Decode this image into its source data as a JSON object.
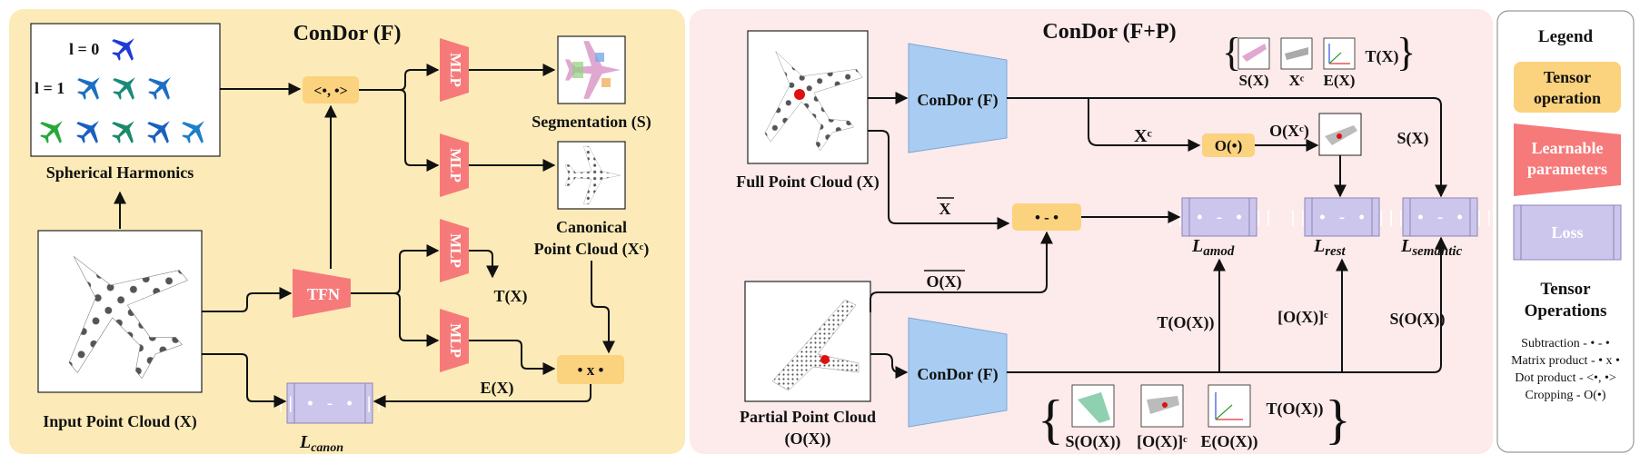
{
  "left_panel": {
    "title": "ConDor (F)",
    "sh_label": "Spherical Harmonics",
    "sh_l0": "l = 0",
    "sh_l1": "l = 1",
    "input_label": "Input Point Cloud (X)",
    "dot_op": "<•, •>",
    "tfn": "TFN",
    "mlp": "MLP",
    "seg_label": "Segmentation (S)",
    "canonical_label_1": "Canonical",
    "canonical_label_2": "Point Cloud (Xᶜ)",
    "tx": "T(X)",
    "ex": "E(X)",
    "matmul_op": "• x •",
    "loss_box": "|| • - • ||",
    "loss_main": "L",
    "loss_sub": "canon"
  },
  "right_panel": {
    "title": "ConDor (F+P)",
    "full_label": "Full Point Cloud (X)",
    "partial_label_1": "Partial Point Cloud",
    "partial_label_2": "(O(X))",
    "condor_top": "ConDor (F)",
    "condor_bottom": "ConDor (F)",
    "xbar": "X",
    "oxbar": "O(X)",
    "sub_op": "• - •",
    "xc": "Xᶜ",
    "crop_op": "O(•)",
    "oxc": "O(Xᶜ)",
    "sx": "S(X)",
    "top_bracket_items": [
      "S(X)",
      "Xᶜ",
      "E(X)"
    ],
    "top_bracket_tx": "T(X)",
    "bottom_bracket_items": [
      "S(O(X))",
      "[O(X)]ᶜ",
      "E(O(X))"
    ],
    "bottom_bracket_tx": "T(O(X))",
    "t_ox": "T(O(X))",
    "ox_c": "[O(X)]ᶜ",
    "s_ox": "S(O(X))",
    "loss_box": "|| • - • ||",
    "loss_amod_main": "L",
    "loss_amod_sub": "amod",
    "loss_rest_main": "L",
    "loss_rest_sub": "rest",
    "loss_sem_main": "L",
    "loss_sem_sub": "semantic"
  },
  "legend": {
    "title": "Legend",
    "tensor_op_1": "Tensor",
    "tensor_op_2": "operation",
    "learnable_1": "Learnable",
    "learnable_2": "parameters",
    "loss": "Loss",
    "ops_title_1": "Tensor",
    "ops_title_2": "Operations",
    "ops": [
      "Subtraction - • - •",
      "Matrix product - • x •",
      "Dot product - <•, •>",
      "Cropping - O(•)"
    ]
  },
  "colors": {
    "left_bg": "#fcebb8",
    "right_bg": "#fdeaea",
    "tensor_op": "#fbd27e",
    "learnable": "#f67a7a",
    "loss": "#cdc6ec",
    "condor_block": "#a9cdf2"
  }
}
